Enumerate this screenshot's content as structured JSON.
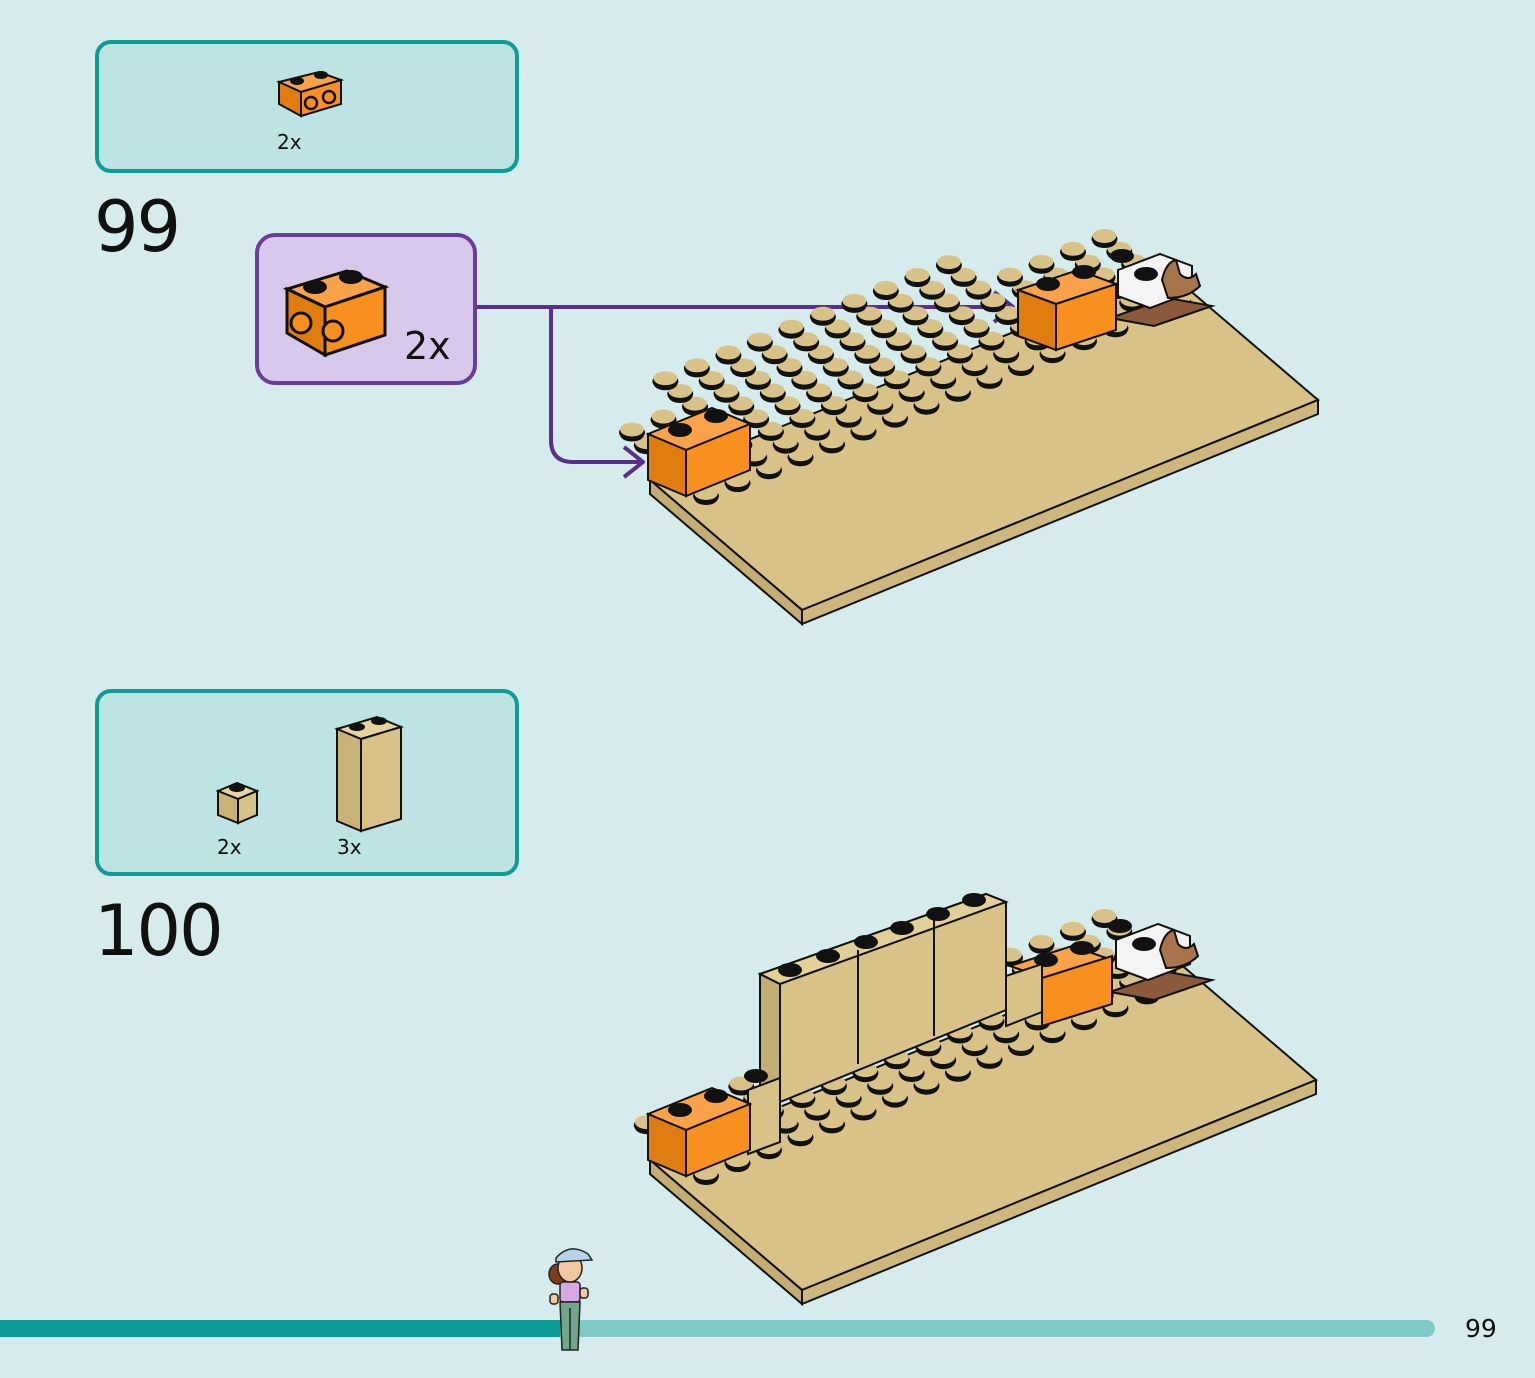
{
  "steps": [
    {
      "number": "99",
      "parts": [
        {
          "name": "orange-brick-1x2-side-studs",
          "qty": "2x"
        }
      ],
      "callout_qty": "2x"
    },
    {
      "number": "100",
      "parts": [
        {
          "name": "tan-brick-1x1",
          "qty": "2x"
        },
        {
          "name": "tan-brick-1x2x3",
          "qty": "3x"
        }
      ]
    }
  ],
  "progress": {
    "fraction": 0.39
  },
  "page_number": "99",
  "colors": {
    "teal": "#0d9c96",
    "purple": "#6a3d9c",
    "orange": "#f7901e",
    "tan": "#d8c288",
    "background": "#d6ecec"
  }
}
